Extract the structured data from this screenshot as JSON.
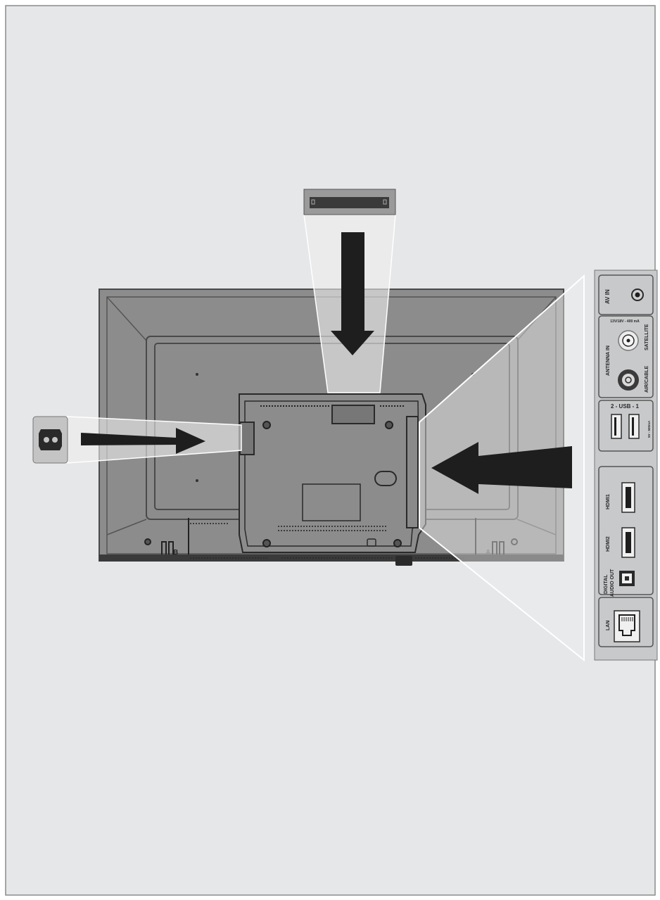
{
  "panel": {
    "av_in": "AV IN",
    "lnb_power": "13V/18V - 400 mA",
    "antenna_in": "ANTENNA IN",
    "satellite": "SATELLITE",
    "air_cable": "AIR/CABLE",
    "usb": "2 - USB - 1",
    "usb_power": "5V - 500mA",
    "hdmi1": "HDMI1",
    "hdmi2": "HDMI2",
    "digital_1": "DIGITAL",
    "digital_2": "AUDIO OUT",
    "lan": "LAN"
  },
  "tv": {
    "marker_a": "A",
    "marker_b": "B"
  },
  "colors": {
    "background": "#e6e7e9",
    "tv_body": "#8c8c8c",
    "panel": "#c8c9cb",
    "arrow": "#1e1e1e",
    "beam": "#eeeeee"
  }
}
